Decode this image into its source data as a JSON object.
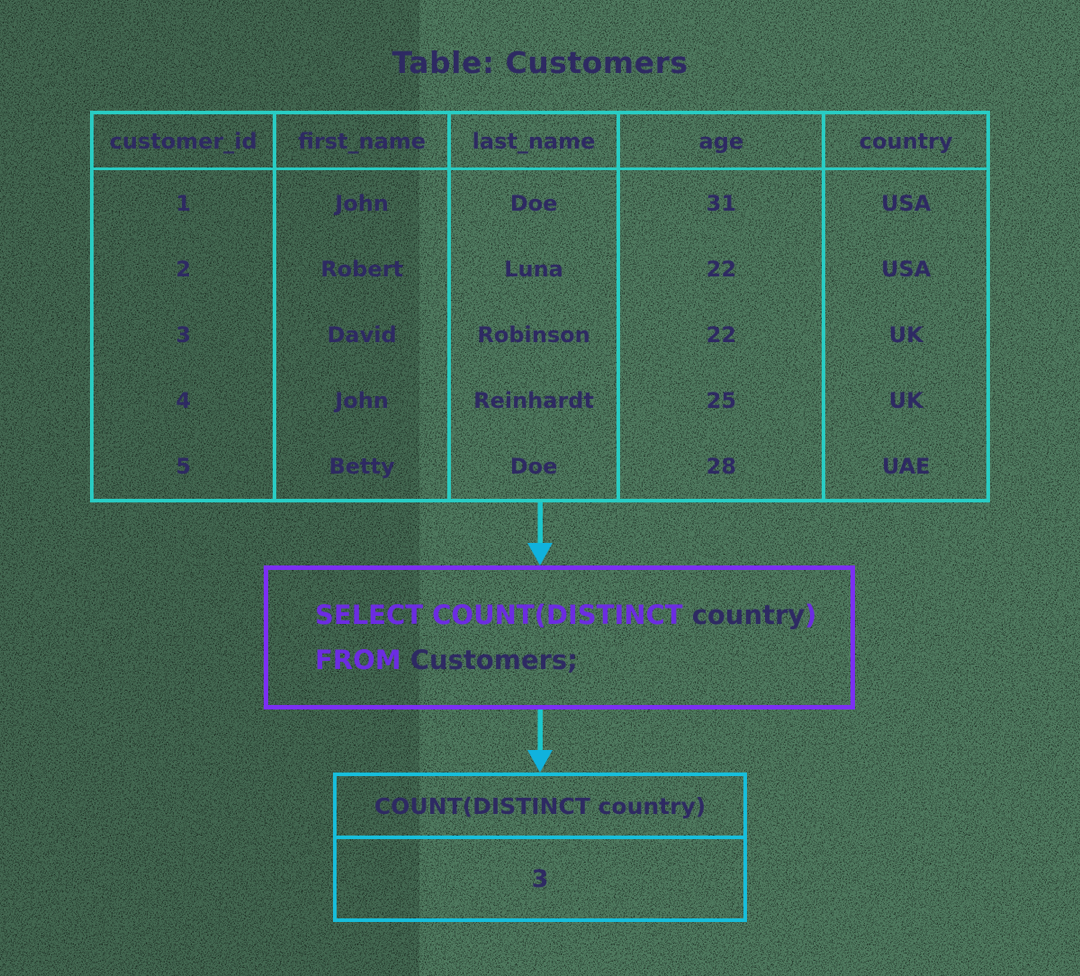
{
  "title": "Table: Customers",
  "table": {
    "columns": [
      "customer_id",
      "first_name",
      "last_name",
      "age",
      "country"
    ],
    "rows": [
      [
        "1",
        "John",
        "Doe",
        "31",
        "USA"
      ],
      [
        "2",
        "Robert",
        "Luna",
        "22",
        "USA"
      ],
      [
        "3",
        "David",
        "Robinson",
        "22",
        "UK"
      ],
      [
        "4",
        "John",
        "Reinhardt",
        "25",
        "UK"
      ],
      [
        "5",
        "Betty",
        "Doe",
        "28",
        "UAE"
      ]
    ]
  },
  "query": {
    "line1": {
      "keyword_select": "SELECT COUNT(DISTINCT ",
      "column": "country",
      "close_paren": ")"
    },
    "line2": {
      "keyword_from": "FROM ",
      "table_ref": "Customers;"
    }
  },
  "result": {
    "header": "COUNT(DISTINCT country)",
    "value": "3"
  },
  "colors": {
    "background_green": "#4f7a5f",
    "table_border_cyan": "#29ccc3",
    "result_border_cyan": "#17bedb",
    "arrow_stem": "#1cc6cc",
    "arrow_head": "#10b2dd",
    "query_border_purple": "#7b2ff2",
    "keyword_purple": "#6c2ce2",
    "text_navy": "#2e2a63"
  }
}
